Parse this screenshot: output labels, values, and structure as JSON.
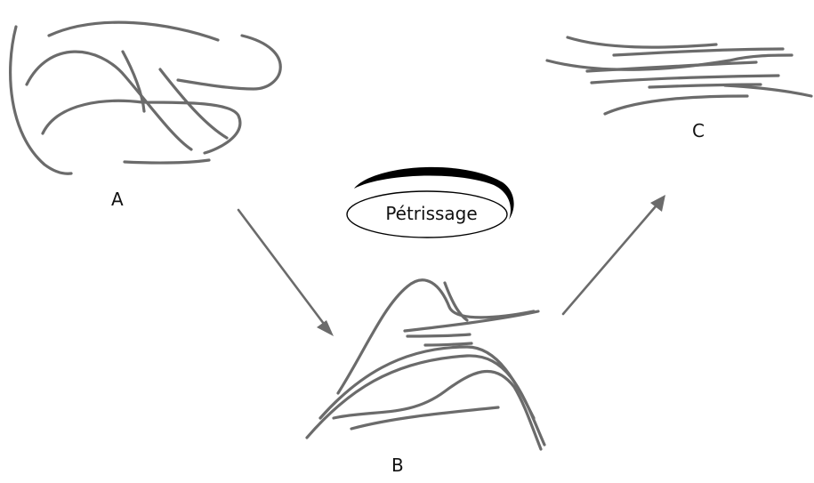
{
  "labels": {
    "a": "A",
    "b": "B",
    "c": "C"
  },
  "badge": {
    "text": "Pétrissage"
  },
  "colors": {
    "fiber": "#6b6b6b",
    "badge_swoosh": "#000000"
  }
}
